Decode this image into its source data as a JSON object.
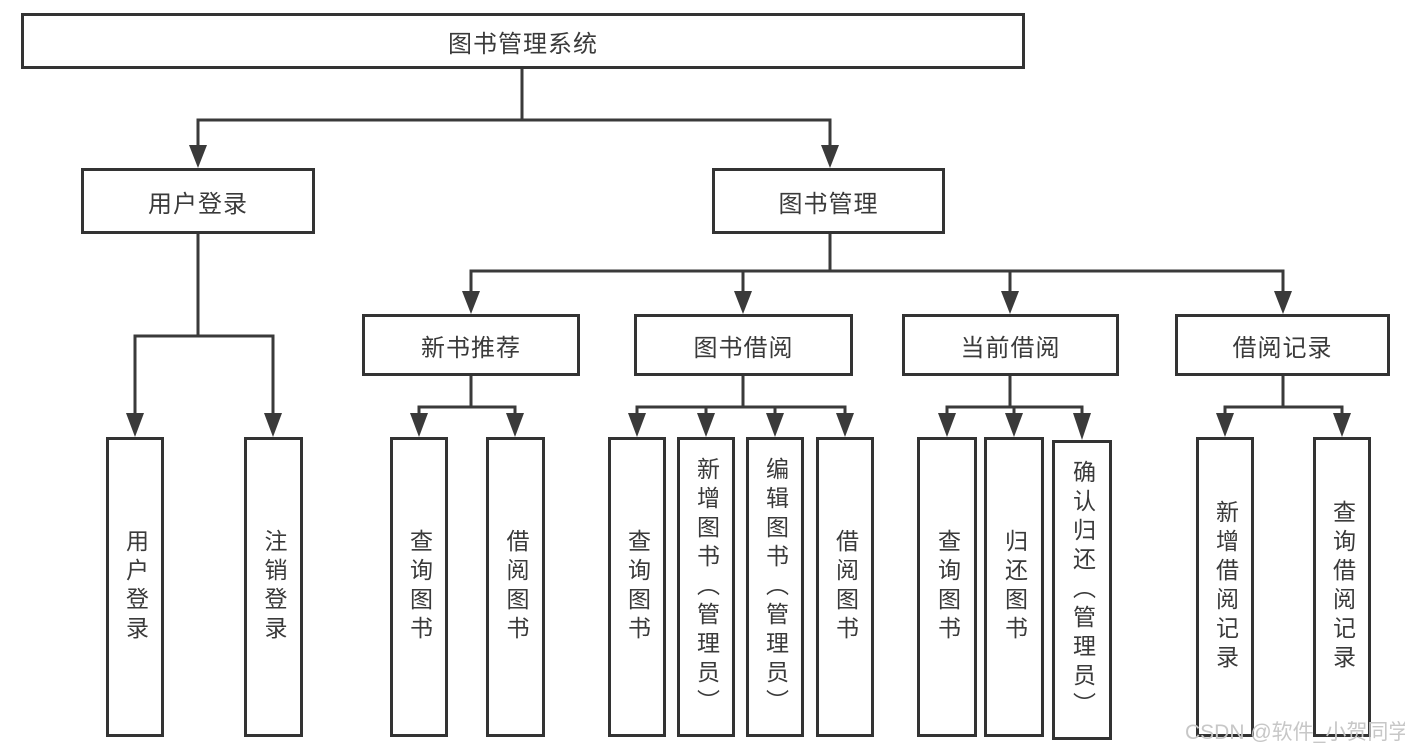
{
  "colors": {
    "line": "#3a3a3a",
    "box_border": "#333333",
    "text": "#3a3a3a",
    "watermark_text_color": "#c7c7c7",
    "background": "#ffffff"
  },
  "watermark": {
    "text": "CSDN @软件_小贺同学"
  },
  "diagram": {
    "type": "tree",
    "root": {
      "label": "图书管理系统",
      "children": [
        {
          "label": "用户登录",
          "children": [
            {
              "label": "用户登录"
            },
            {
              "label": "注销登录"
            }
          ]
        },
        {
          "label": "图书管理",
          "children": [
            {
              "label": "新书推荐",
              "children": [
                {
                  "label": "查询图书"
                },
                {
                  "label": "借阅图书"
                }
              ]
            },
            {
              "label": "图书借阅",
              "children": [
                {
                  "label": "查询图书"
                },
                {
                  "label": "新增图书（管理员）"
                },
                {
                  "label": "编辑图书（管理员）"
                },
                {
                  "label": "借阅图书"
                }
              ]
            },
            {
              "label": "当前借阅",
              "children": [
                {
                  "label": "查询图书"
                },
                {
                  "label": "归还图书"
                },
                {
                  "label": "确认归还（管理员）"
                }
              ]
            },
            {
              "label": "借阅记录",
              "children": [
                {
                  "label": "新增借阅记录"
                },
                {
                  "label": "查询借阅记录"
                }
              ]
            }
          ]
        }
      ]
    }
  }
}
